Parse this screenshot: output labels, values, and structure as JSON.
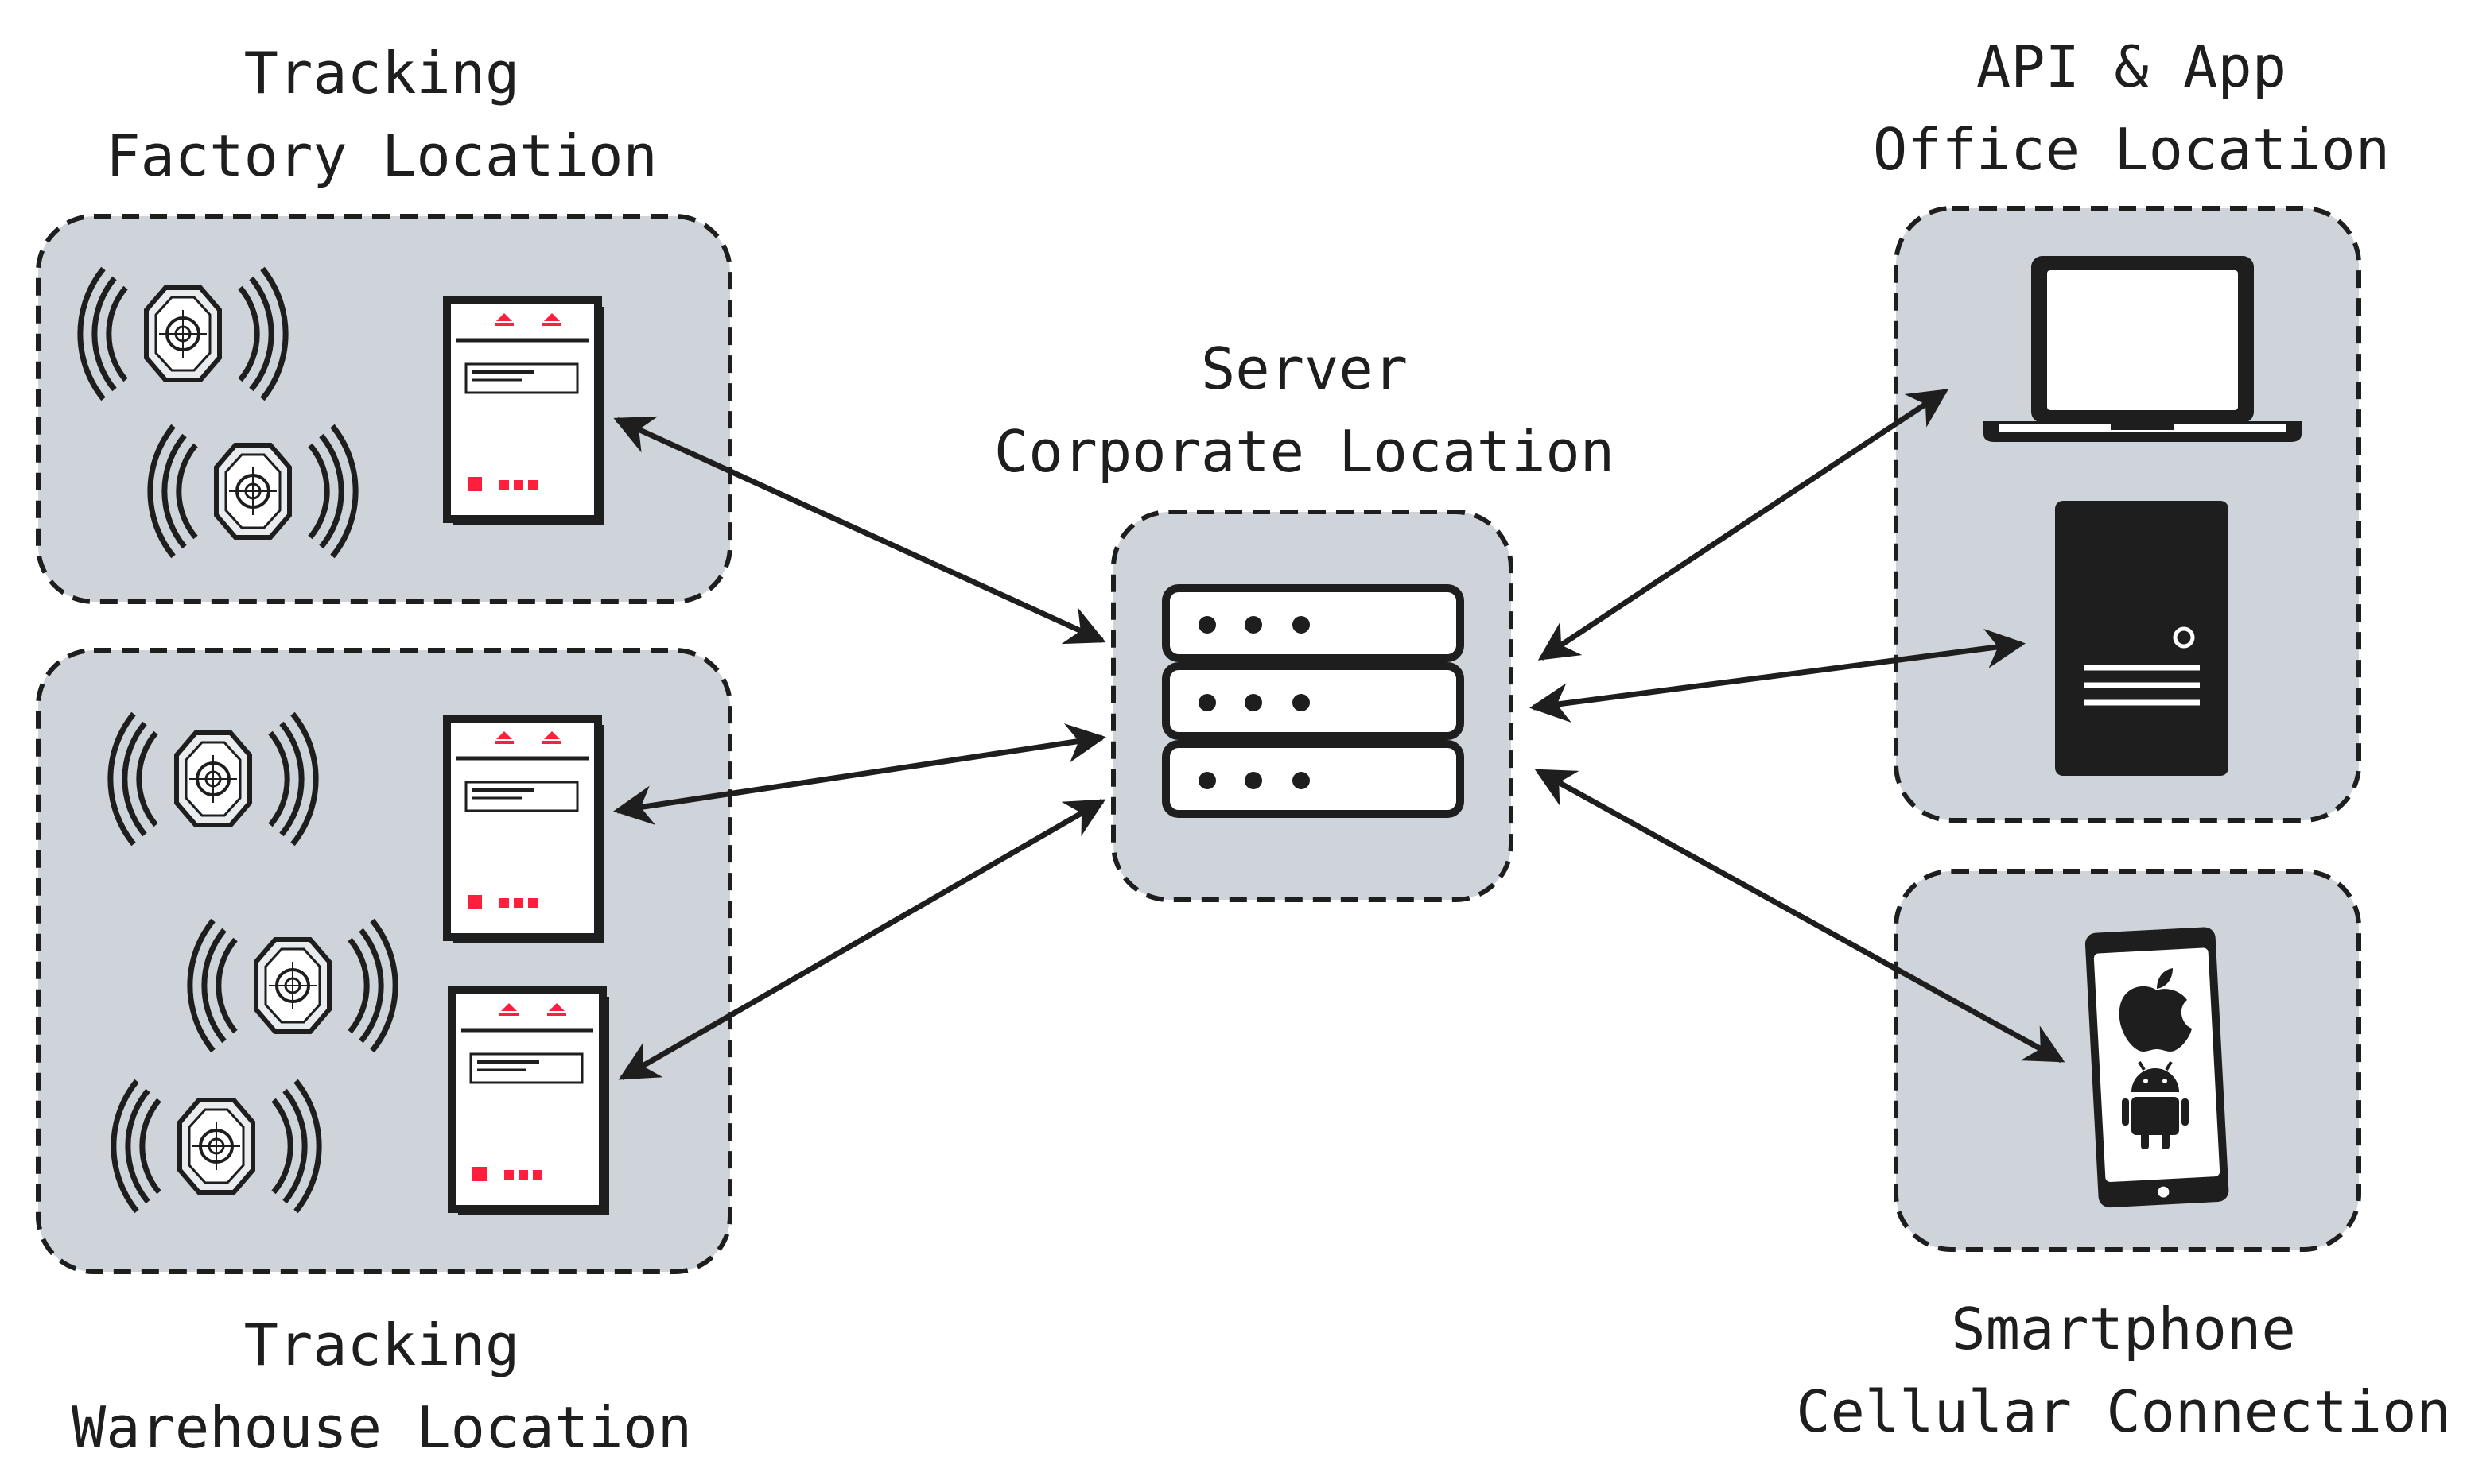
{
  "groups": {
    "factory": {
      "title_line1": "Tracking",
      "title_line2": "Factory Location"
    },
    "warehouse": {
      "title_line1": "Tracking",
      "title_line2": "Warehouse Location"
    },
    "server": {
      "title_line1": "Server",
      "title_line2": "Corporate Location"
    },
    "office": {
      "title_line1": "API & App",
      "title_line2": "Office Location"
    },
    "smartphone": {
      "title_line1": "Smartphone",
      "title_line2": "Cellular Connection"
    }
  },
  "colors": {
    "group_fill": "#ced4da",
    "stroke": "#1e1e1e",
    "accent": "#ff1f3d"
  },
  "icons": {
    "tag": "rfid-tag-icon",
    "reader": "reader-gateway-icon",
    "server": "server-rack-icon",
    "laptop": "laptop-icon",
    "desktop": "desktop-tower-icon",
    "tablet": "tablet-icon",
    "apple": "apple-logo-icon",
    "android": "android-logo-icon"
  }
}
